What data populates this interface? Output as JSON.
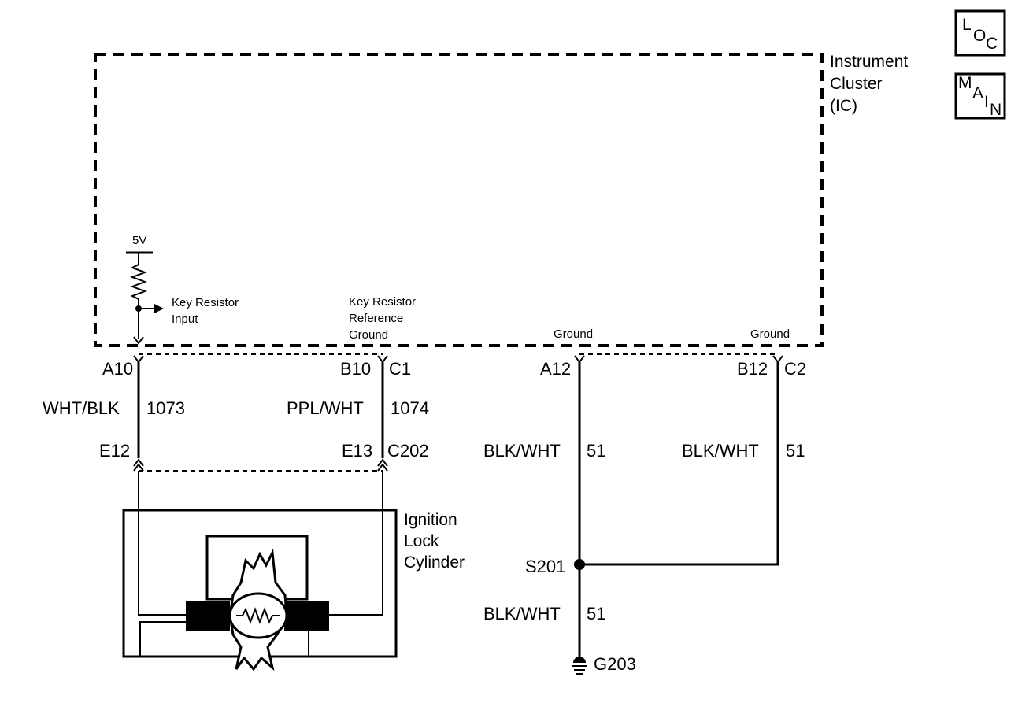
{
  "badges": {
    "loc": [
      "L",
      "O",
      "C"
    ],
    "main": [
      "M",
      "A",
      "I",
      "N"
    ]
  },
  "cluster": {
    "title_lines": [
      "Instrument",
      "Cluster",
      "(IC)"
    ]
  },
  "supply": {
    "voltage": "5V"
  },
  "pins": {
    "key_resistor_input": [
      "Key Resistor",
      "Input"
    ],
    "key_resistor_ref_ground": [
      "Key Resistor",
      "Reference",
      "Ground"
    ],
    "ground_a12": "Ground",
    "ground_b12": "Ground"
  },
  "connectors": {
    "a10": "A10",
    "b10": "B10",
    "c1": "C1",
    "a12": "A12",
    "b12": "B12",
    "c2": "C2",
    "e12": "E12",
    "e13": "E13",
    "c202": "C202"
  },
  "wires": {
    "w1_color": "WHT/BLK",
    "w1_circuit": "1073",
    "w2_color": "PPL/WHT",
    "w2_circuit": "1074",
    "w3_color": "BLK/WHT",
    "w3_circuit": "51",
    "w4_color": "BLK/WHT",
    "w4_circuit": "51",
    "w5_color": "BLK/WHT",
    "w5_circuit": "51"
  },
  "component": {
    "ignition_lock_lines": [
      "Ignition",
      "Lock",
      "Cylinder"
    ]
  },
  "splice": "S201",
  "ground": "G203"
}
